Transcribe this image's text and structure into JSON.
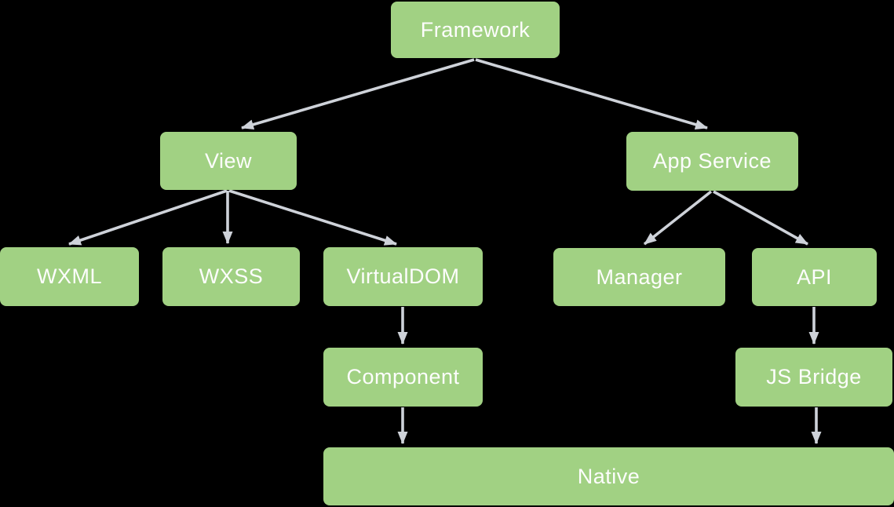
{
  "diagram": {
    "type": "tree",
    "background_color": "#000000",
    "node_fill": "#a1d183",
    "node_text_color": "#fdfdfd",
    "edge_color": "#ced2d9",
    "nodes": {
      "framework": {
        "label": "Framework"
      },
      "view": {
        "label": "View"
      },
      "app_service": {
        "label": "App Service"
      },
      "wxml": {
        "label": "WXML"
      },
      "wxss": {
        "label": "WXSS"
      },
      "virtualdom": {
        "label": "VirtualDOM"
      },
      "manager": {
        "label": "Manager"
      },
      "api": {
        "label": "API"
      },
      "component": {
        "label": "Component"
      },
      "js_bridge": {
        "label": "JS Bridge"
      },
      "native": {
        "label": "Native"
      }
    },
    "edges": [
      {
        "from": "Framework",
        "to": "View"
      },
      {
        "from": "Framework",
        "to": "App Service"
      },
      {
        "from": "View",
        "to": "WXML"
      },
      {
        "from": "View",
        "to": "WXSS"
      },
      {
        "from": "View",
        "to": "VirtualDOM"
      },
      {
        "from": "VirtualDOM",
        "to": "Component"
      },
      {
        "from": "Component",
        "to": "Native"
      },
      {
        "from": "App Service",
        "to": "Manager"
      },
      {
        "from": "App Service",
        "to": "API"
      },
      {
        "from": "API",
        "to": "JS Bridge"
      },
      {
        "from": "JS Bridge",
        "to": "Native"
      }
    ]
  }
}
